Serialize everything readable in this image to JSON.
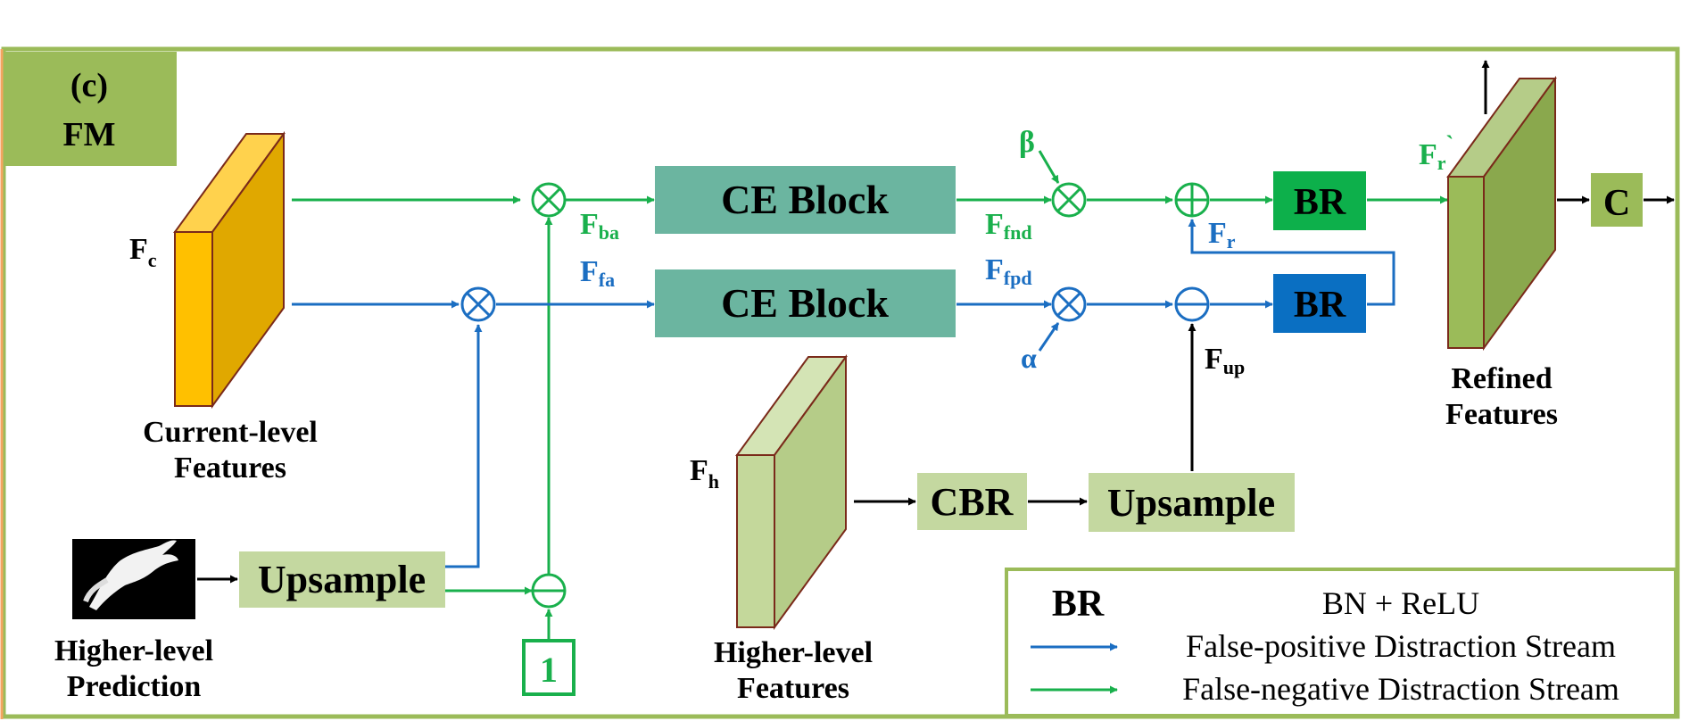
{
  "panel": {
    "tag": "(c)",
    "name": "FM"
  },
  "colors": {
    "green_stream": "#19b04c",
    "blue_stream": "#1b6ec2",
    "frame": "#9bbb59",
    "ce_block": "#6bb5a0",
    "br_green": "#0db04b",
    "br_blue": "#0a6fc2",
    "light_box": "#c4d8a0",
    "current_feat": "#ffc000",
    "higher_feat": "#c4d89b",
    "refined_feat": "#9bbb59"
  },
  "features": {
    "current": {
      "symbol": "F",
      "sub": "c",
      "caption_line1": "Current-level",
      "caption_line2": "Features"
    },
    "higher": {
      "symbol": "F",
      "sub": "h",
      "caption_line1": "Higher-level",
      "caption_line2": "Features"
    },
    "refined": {
      "caption_line1": "Refined",
      "caption_line2": "Features"
    },
    "prediction": {
      "caption_line1": "Higher-level",
      "caption_line2": "Prediction"
    }
  },
  "blocks": {
    "ce_top": "CE Block",
    "ce_bottom": "CE Block",
    "br_top": "BR",
    "br_bottom": "BR",
    "cbr": "CBR",
    "upsample_left": "Upsample",
    "upsample_mid": "Upsample",
    "concat": "C",
    "one": "1"
  },
  "signals": {
    "fba": {
      "main": "F",
      "sub": "ba"
    },
    "ffa": {
      "main": "F",
      "sub": "fa"
    },
    "ffnd": {
      "main": "F",
      "sub": "fnd"
    },
    "ffpd": {
      "main": "F",
      "sub": "fpd"
    },
    "fr": {
      "main": "F",
      "sub": "r"
    },
    "fr_prime": {
      "main": "F",
      "sub": "r",
      "mark": "`"
    },
    "fup": {
      "main": "F",
      "sub": "up"
    },
    "beta": "β",
    "alpha": "α"
  },
  "legend": {
    "abbr": "BR",
    "abbr_desc": "BN + ReLU",
    "blue_desc": "False-positive Distraction Stream",
    "green_desc": "False-negative Distraction Stream"
  }
}
